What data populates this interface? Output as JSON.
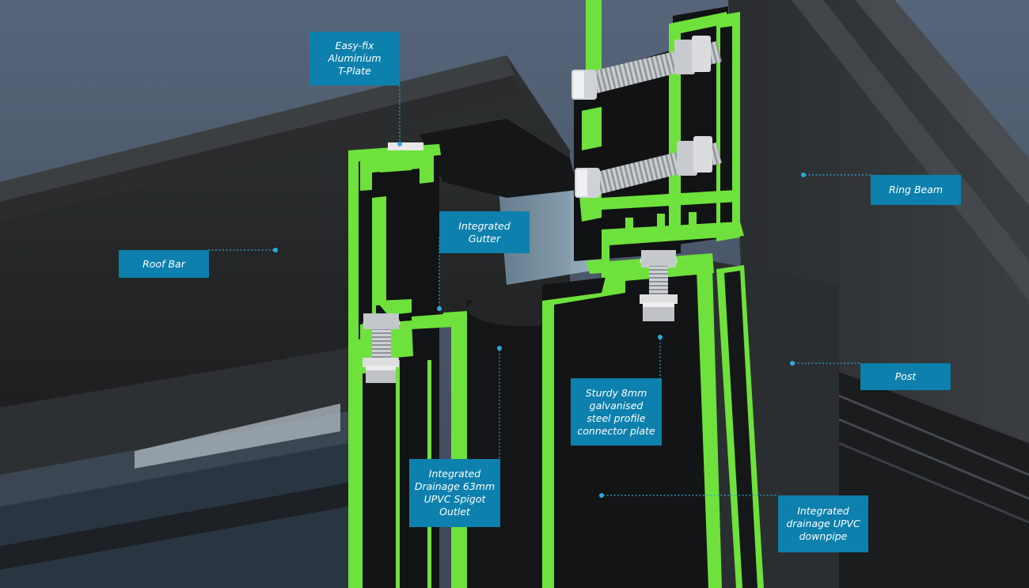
{
  "callouts": {
    "tplate": "Easy-fix\nAluminium\nT-Plate",
    "gutter": "Integrated\nGutter",
    "roof_bar": "Roof Bar",
    "ring_beam": "Ring Beam",
    "post": "Post",
    "connector": "Sturdy 8mm\ngalvanised\nsteel profile\nconnector plate",
    "drainage_outlet": "Integrated\nDrainage 63mm\nUPVC Spigot\nOutlet",
    "downpipe": "Integrated\ndrainage UPVC\ndownpipe"
  },
  "colors": {
    "sky": "#47566a",
    "profile_green": "#6fe13c",
    "frame_dark": "#1e2021",
    "callout_bg": "#0d80ad",
    "leader": "#2fa8e0"
  }
}
